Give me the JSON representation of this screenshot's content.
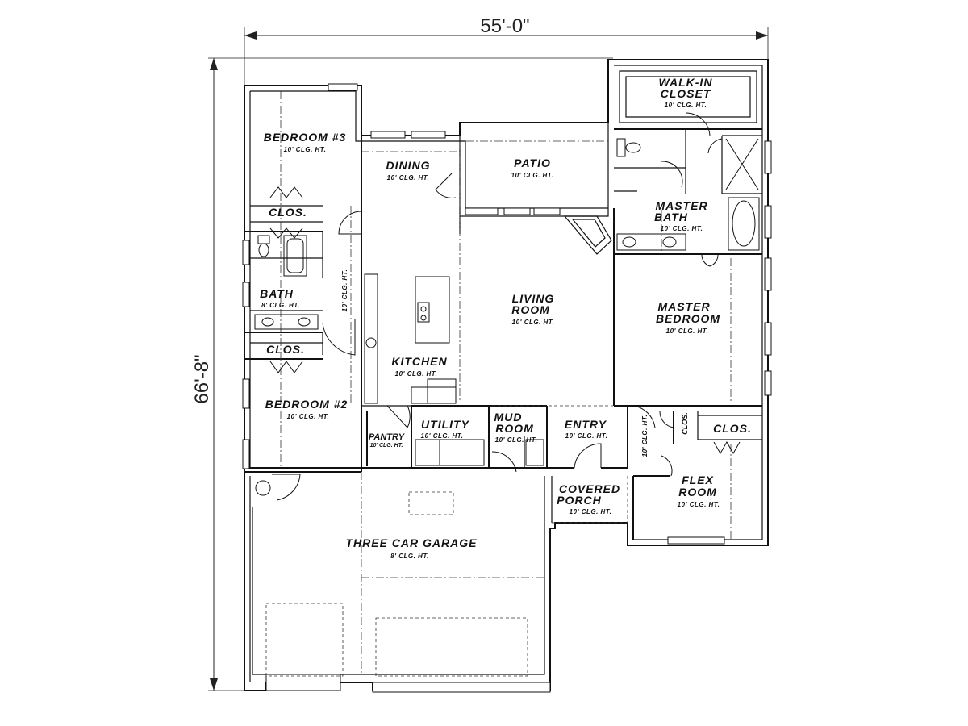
{
  "dimensions": {
    "width": "55'-0\"",
    "depth": "66'-8\""
  },
  "rooms": {
    "walk_in_closet": {
      "name_line1": "WALK-IN",
      "name_line2": "CLOSET",
      "height": "10' CLG. HT."
    },
    "bedroom3": {
      "name": "BEDROOM #3",
      "height": "10' CLG. HT."
    },
    "dining": {
      "name": "DINING",
      "height": "10' CLG. HT."
    },
    "patio": {
      "name": "PATIO",
      "height": "10' CLG. HT."
    },
    "master_bath": {
      "name_line1": "MASTER",
      "name_line2": "BATH",
      "height": "10' CLG. HT."
    },
    "clos_upper": {
      "name": "CLOS."
    },
    "bath": {
      "name": "BATH",
      "height": "8' CLG. HT."
    },
    "hall": {
      "height": "10' CLG. HT."
    },
    "living_room": {
      "name_line1": "LIVING",
      "name_line2": "ROOM",
      "height": "10' CLG. HT."
    },
    "master_bedroom": {
      "name_line1": "MASTER",
      "name_line2": "BEDROOM",
      "height": "10' CLG. HT."
    },
    "clos_lower": {
      "name": "CLOS."
    },
    "kitchen": {
      "name": "KITCHEN",
      "height": "10' CLG. HT."
    },
    "bedroom2": {
      "name": "BEDROOM #2",
      "height": "10' CLG. HT."
    },
    "pantry": {
      "name": "PANTRY",
      "height": "10' CLG. HT."
    },
    "utility": {
      "name": "UTILITY",
      "height": "10' CLG. HT."
    },
    "mud_room": {
      "name_line1": "MUD",
      "name_line2": "ROOM",
      "height": "10' CLG. HT."
    },
    "entry": {
      "name": "ENTRY",
      "height": "10' CLG. HT."
    },
    "entry_hall": {
      "height": "10' CLG. HT."
    },
    "clos_small": {
      "name": "CLOS."
    },
    "clos_flex": {
      "name": "CLOS."
    },
    "covered_porch": {
      "name_line1": "COVERED",
      "name_line2": "PORCH",
      "height": "10' CLG. HT."
    },
    "flex_room": {
      "name_line1": "FLEX",
      "name_line2": "ROOM",
      "height": "10' CLG. HT."
    },
    "garage": {
      "name": "THREE CAR GARAGE",
      "height": "8' CLG. HT."
    }
  }
}
